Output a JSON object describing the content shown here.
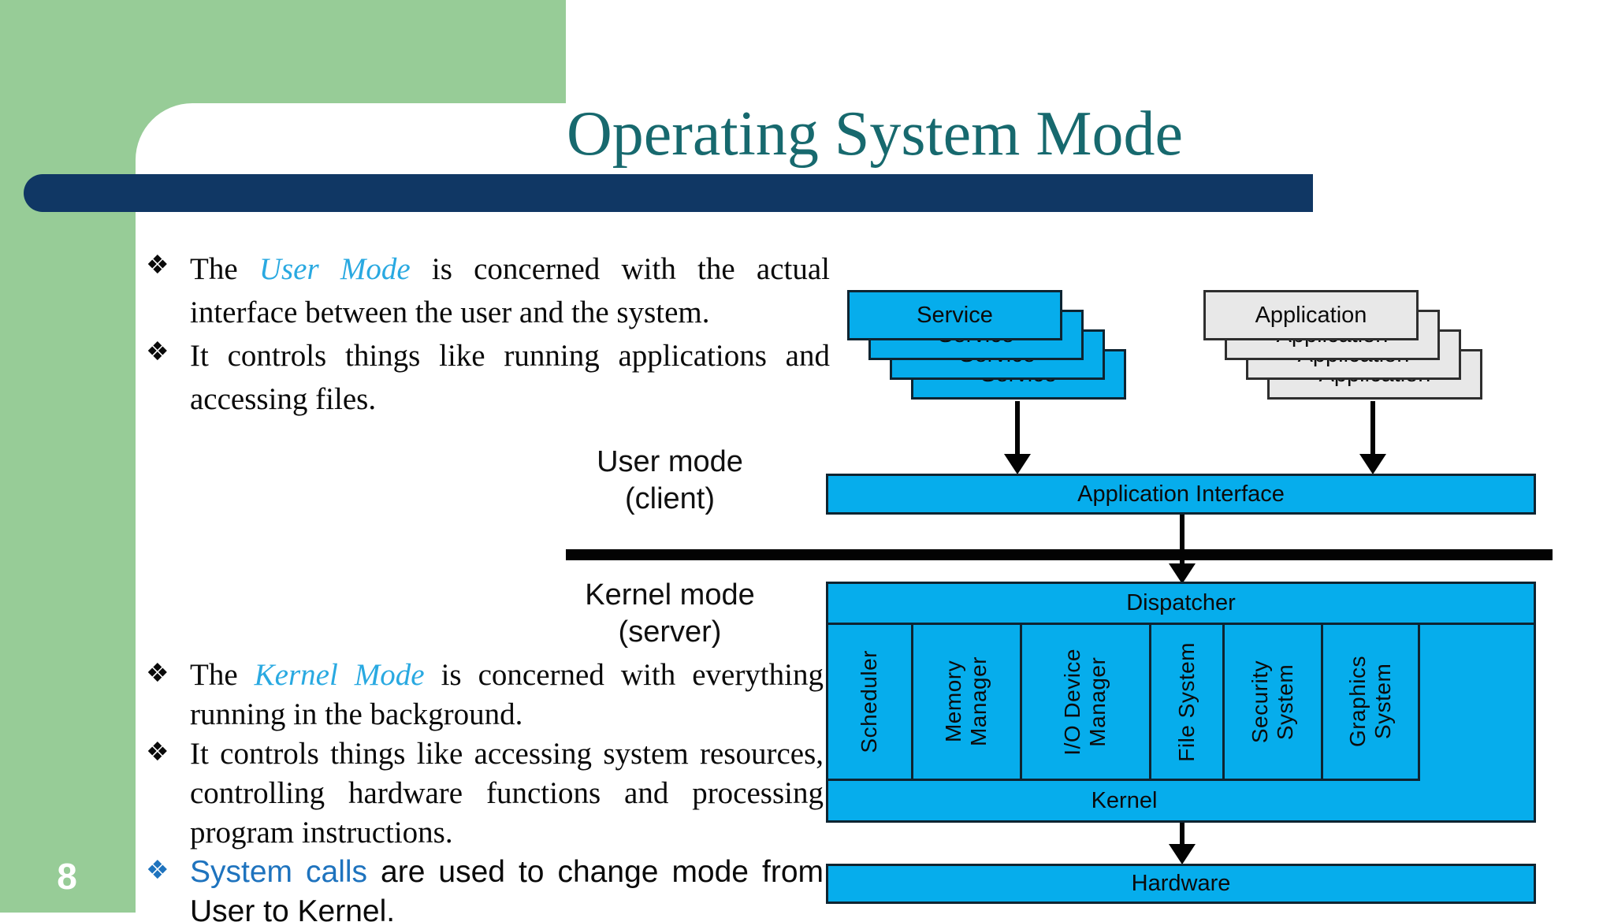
{
  "page": {
    "number": "8"
  },
  "title": "Operating System Mode",
  "user_section": {
    "marker": "❖",
    "bullets": [
      {
        "segments": [
          {
            "t": "The "
          },
          {
            "t": "User Mode",
            "c": "hl-cyan"
          },
          {
            "t": " is concerned with the actual interface between the user and the system."
          }
        ]
      },
      {
        "segments": [
          {
            "t": "It controls things like running applications and accessing files."
          }
        ]
      }
    ]
  },
  "kernel_section": {
    "marker": "❖",
    "bullets": [
      {
        "segments": [
          {
            "t": "The "
          },
          {
            "t": "Kernel Mode",
            "c": "hl-cyan"
          },
          {
            "t": " is concerned with everything running in the background."
          }
        ]
      },
      {
        "segments": [
          {
            "t": "It controls things like accessing system resources, controlling hardware functions and processing program instructions."
          }
        ]
      },
      {
        "segments": [
          {
            "t": "System calls",
            "c": "hl-blue"
          },
          {
            "t": " are used to change mode from User to Kernel."
          }
        ]
      }
    ]
  },
  "diagram": {
    "user_mode_label": "User mode\n(client)",
    "kernel_mode_label": "Kernel mode\n(server)",
    "service_label": "Service",
    "application_label": "Application",
    "app_interface_label": "Application Interface",
    "dispatcher_label": "Dispatcher",
    "columns": [
      "Scheduler",
      "Memory\nManager",
      "I/O Device\nManager",
      "File System",
      "Security\nSystem",
      "Graphics\nSystem"
    ],
    "kernel_label": "Kernel",
    "hardware_label": "Hardware"
  },
  "colors": {
    "sidebar_green": "#97CC97",
    "navy_bar": "#103764",
    "title_teal": "#17696E",
    "cyan_box": "#06ADEC",
    "gray_box": "#E8E8E8",
    "highlight_cyan_italic": "#29A9E1",
    "highlight_blue": "#1E73BE"
  }
}
